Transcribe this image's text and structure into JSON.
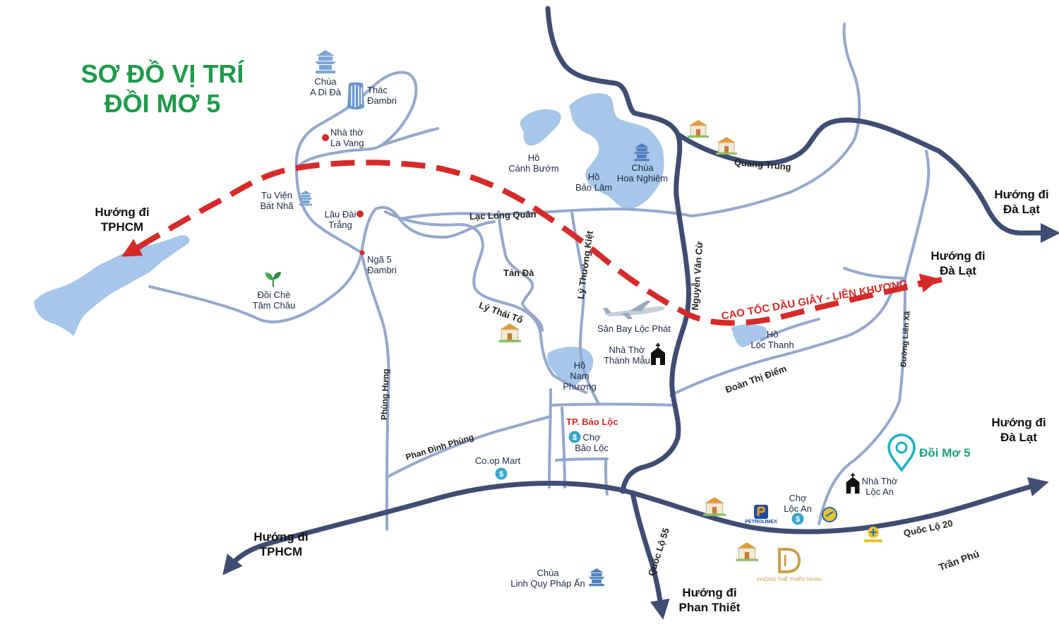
{
  "title": {
    "line1": "SƠ ĐỒ VỊ TRÍ",
    "line2": "ĐỒI MƠ 5"
  },
  "colors": {
    "title": "#1f9a4b",
    "road": "#95a8cc",
    "main_road": "#3f4d72",
    "expressway": "#d62a2a",
    "lake": "#a6c6ea",
    "target": "#1aa37a"
  },
  "directions": {
    "tphcm_top": {
      "line1": "Hướng đi",
      "line2": "TPHCM"
    },
    "tphcm_bottom": {
      "line1": "Hướng đi",
      "line2": "TPHCM"
    },
    "dalat_1": {
      "line1": "Hướng đi",
      "line2": "Đà Lạt"
    },
    "dalat_2": {
      "line1": "Hướng đi",
      "line2": "Đà Lạt"
    },
    "dalat_3": {
      "line1": "Hướng đi",
      "line2": "Đà Lạt"
    },
    "phanthiet": {
      "line1": "Hướng đi",
      "line2": "Phan Thiết"
    }
  },
  "roads": {
    "quang_trung": "Quang Trung",
    "lac_long_quan": "Lạc Long Quân",
    "tan_da": "Tản Đà",
    "ly_thai_to": "Lý Thái Tổ",
    "ly_thuong_kiet": "Lý Thường Kiệt",
    "nguyen_van_cu": "Nguyễn Văn Cừ",
    "doan_thi_diem": "Đoàn Thị Điểm",
    "duong_lien_xa": "Đường Liên Xã",
    "phung_hung": "Phùng Hưng",
    "phan_dinh_phung": "Phan Đình Phùng",
    "quoc_lo_55": "Quốc Lộ 55",
    "quoc_lo_20": "Quốc Lộ 20",
    "tran_phu": "Trần Phú"
  },
  "expressway": "CAO TỐC DẦU GIÂY - LIÊN KHƯƠNG",
  "places": {
    "chua_a_di_da": {
      "line1": "Chùa",
      "line2": "A Di Đà"
    },
    "thac_dambri": {
      "line1": "Thác",
      "line2": "Đambri"
    },
    "nha_tho_la_vang": {
      "line1": "Nhà thờ",
      "line2": "La Vang"
    },
    "tu_vien_bat_nha": {
      "line1": "Tu Viện",
      "line2": "Bát Nhã"
    },
    "lau_dai_trang": {
      "line1": "Lâu Đài",
      "line2": "Trắng"
    },
    "nga_5_dambri": {
      "line1": "Ngã 5",
      "line2": "Đambri"
    },
    "doi_che_tam_chau": {
      "line1": "Đồi Chè",
      "line2": "Tâm Châu"
    },
    "ho_canh_buom": {
      "line1": "Hồ",
      "line2": "Cánh Bướm"
    },
    "ho_bao_lam": {
      "line1": "Hồ",
      "line2": "Bảo Lâm"
    },
    "chua_hoa_nghiem": {
      "line1": "Chùa",
      "line2": "Hoa Nghiêm"
    },
    "san_bay_loc_phat": "Sân Bay Lộc Phát",
    "nha_tho_thanh_mau": {
      "line1": "Nhà Thờ",
      "line2": "Thánh Mẫu"
    },
    "ho_nam_phuong": {
      "line1": "Hồ",
      "line2": "Nam",
      "line3": "Phương"
    },
    "ho_loc_thanh": {
      "line1": "Hồ",
      "line2": "Lộc Thanh"
    },
    "tp_bao_loc": "TP. Bảo Lộc",
    "cho_bao_loc": {
      "line1": "Chợ",
      "line2": "Bảo Lộc"
    },
    "coop_mart": "Co.op Mart",
    "cho_loc_an": {
      "line1": "Chợ",
      "line2": "Lộc An"
    },
    "nha_tho_loc_an": {
      "line1": "Nhà Thờ",
      "line2": "Lộc An"
    },
    "chua_linh_quy": {
      "line1": "Chùa",
      "line2": "Linh Quy Pháp Ấn"
    },
    "doi_mo_5": "Đồi Mơ 5"
  },
  "brands": {
    "petrolimex": "PETROLIMEX",
    "resort_tagline": "KHÔNG THỂ THIẾU NHAU"
  }
}
